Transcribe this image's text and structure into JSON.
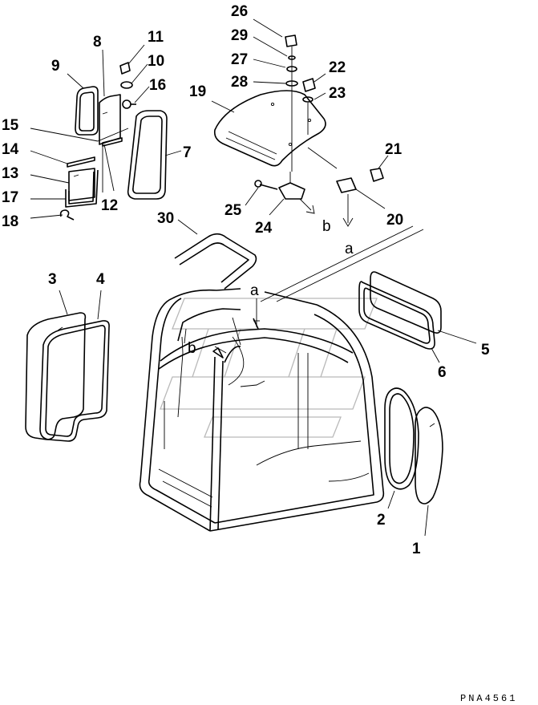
{
  "diagram": {
    "part_labels": [
      "1",
      "2",
      "3",
      "4",
      "5",
      "6",
      "7",
      "8",
      "9",
      "10",
      "11",
      "12",
      "13",
      "14",
      "15",
      "16",
      "17",
      "18",
      "19",
      "20",
      "21",
      "22",
      "23",
      "24",
      "25",
      "26",
      "27",
      "28",
      "29",
      "30"
    ],
    "view_markers": [
      "a",
      "a",
      "b",
      "b"
    ],
    "drawing_code": "PNA4561"
  }
}
